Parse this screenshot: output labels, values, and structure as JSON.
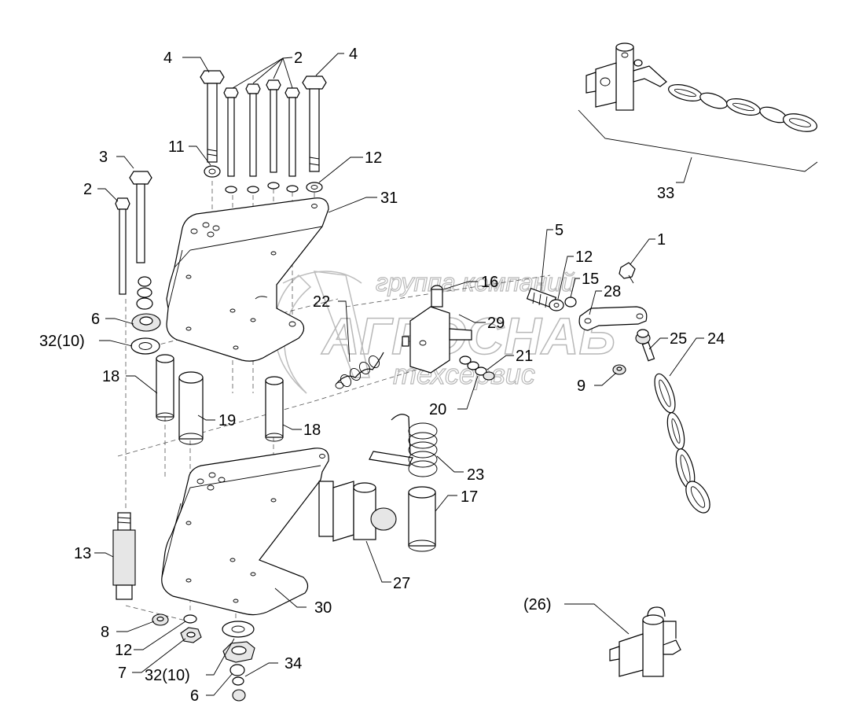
{
  "watermark": {
    "line1": "группа компаний",
    "line2": "АГРОСНАБ",
    "line3": "техсервис"
  },
  "callouts": {
    "c4a": "4",
    "c2top": "2",
    "c4b": "4",
    "c11": "11",
    "c12a": "12",
    "c3": "3",
    "c2left": "2",
    "c31": "31",
    "c6a": "6",
    "c32a": "32(10)",
    "c18a": "18",
    "c19": "19",
    "c18b": "18",
    "c22": "22",
    "c16": "16",
    "c29": "29",
    "c21": "21",
    "c20": "20",
    "c5": "5",
    "c12b": "12",
    "c15": "15",
    "c28": "28",
    "c1": "1",
    "c25": "25",
    "c24": "24",
    "c9": "9",
    "c33": "33",
    "c23": "23",
    "c17": "17",
    "c13": "13",
    "c27": "27",
    "c30": "30",
    "c8": "8",
    "c12c": "12",
    "c7": "7",
    "c32b": "32(10)",
    "c6b": "6",
    "c34": "34",
    "c26": "(26)"
  }
}
